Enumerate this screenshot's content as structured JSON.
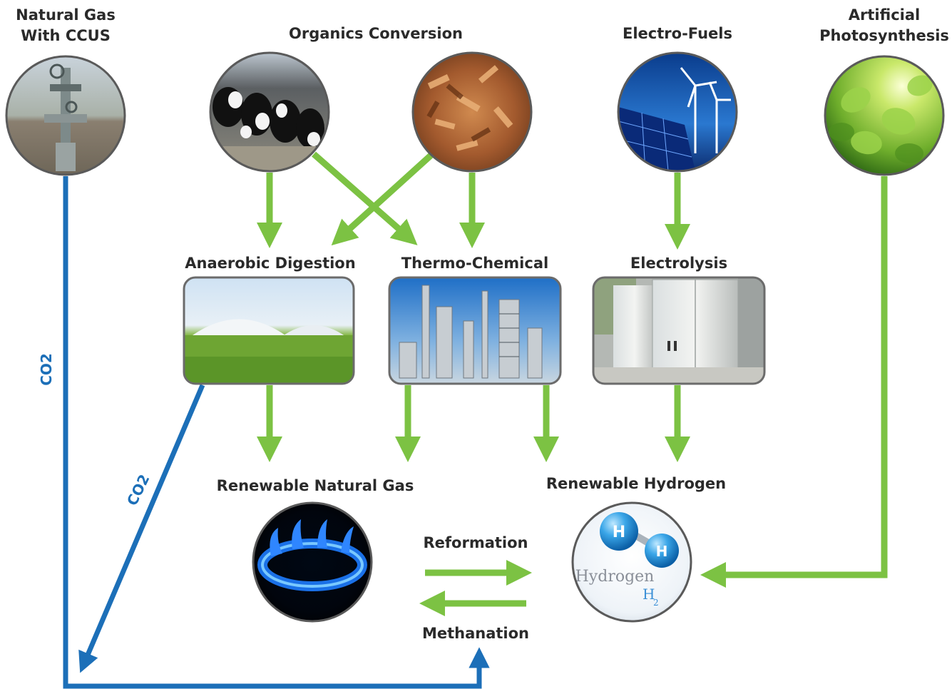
{
  "sources": {
    "natural_gas": {
      "line1": "Natural Gas",
      "line2": "With CCUS"
    },
    "organics": "Organics Conversion",
    "electro_fuels": "Electro-Fuels",
    "artificial": {
      "line1": "Artificial",
      "line2": "Photosynthesis"
    }
  },
  "processes": {
    "anaerobic": "Anaerobic Digestion",
    "thermo": "Thermo-Chemical",
    "electrolysis": "Electrolysis"
  },
  "products": {
    "rng": "Renewable Natural Gas",
    "hydrogen": "Renewable Hydrogen",
    "hydrogen_badge": {
      "word": "Hydrogen",
      "formula": "H",
      "subscript": "2",
      "atom": "H"
    }
  },
  "conversions": {
    "reformation": "Reformation",
    "methanation": "Methanation"
  },
  "flows": {
    "co2_vertical": "CO2",
    "co2_diagonal": "CO2"
  },
  "colors": {
    "green_arrow": "#7cc243",
    "blue_arrow": "#1c6fb8",
    "text": "#2a2a2a"
  },
  "icons": {
    "natural_gas": "wellhead-photo",
    "cows": "cattle-feedlot-photo",
    "wood": "wood-chips-photo",
    "electro": "solar-wind-photo",
    "leaves": "leaves-sunlight-photo",
    "anaerobic": "biogas-domes-photo",
    "thermo": "refinery-photo",
    "electrolysis": "electrolyzer-cabinet-photo",
    "rng": "gas-flame-photo",
    "hydrogen": "hydrogen-molecule-icon"
  }
}
